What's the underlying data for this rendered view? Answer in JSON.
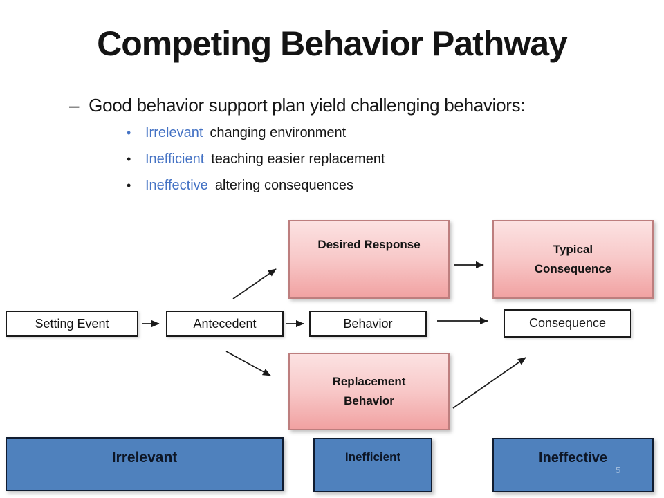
{
  "slide": {
    "title": "Competing Behavior Pathway",
    "page_number": "5"
  },
  "bullets": {
    "dash": "–",
    "glyph": "•",
    "main": "Good behavior support plan yield challenging behaviors:",
    "items": [
      {
        "term": "Irrelevant",
        "desc": "changing environment"
      },
      {
        "term": "Inefficient",
        "desc": "teaching easier replacement"
      },
      {
        "term": "Ineffective",
        "desc": "altering consequences"
      }
    ]
  },
  "diagram": {
    "top_row": {
      "desired_response": "Desired Response",
      "typical_consequence": "Typical Consequence"
    },
    "middle_row": {
      "setting_event": "Setting Event",
      "antecedent": "Antecedent",
      "behavior": "Behavior",
      "consequence": "Consequence"
    },
    "bottom_row": {
      "replacement_behavior": "Replacement Behavior"
    },
    "labels": {
      "irrelevant": "Irrelevant",
      "inefficient": "Inefficient",
      "ineffective": "Ineffective"
    }
  },
  "colors": {
    "term_blue": "#4472c4",
    "pink_top": "#fce2e2",
    "pink_bottom": "#f1a2a2",
    "pink_border": "#bd7e7e",
    "label_blue": "#4f81bd",
    "label_border": "#101c30",
    "arrow": "#1a1a1a"
  }
}
